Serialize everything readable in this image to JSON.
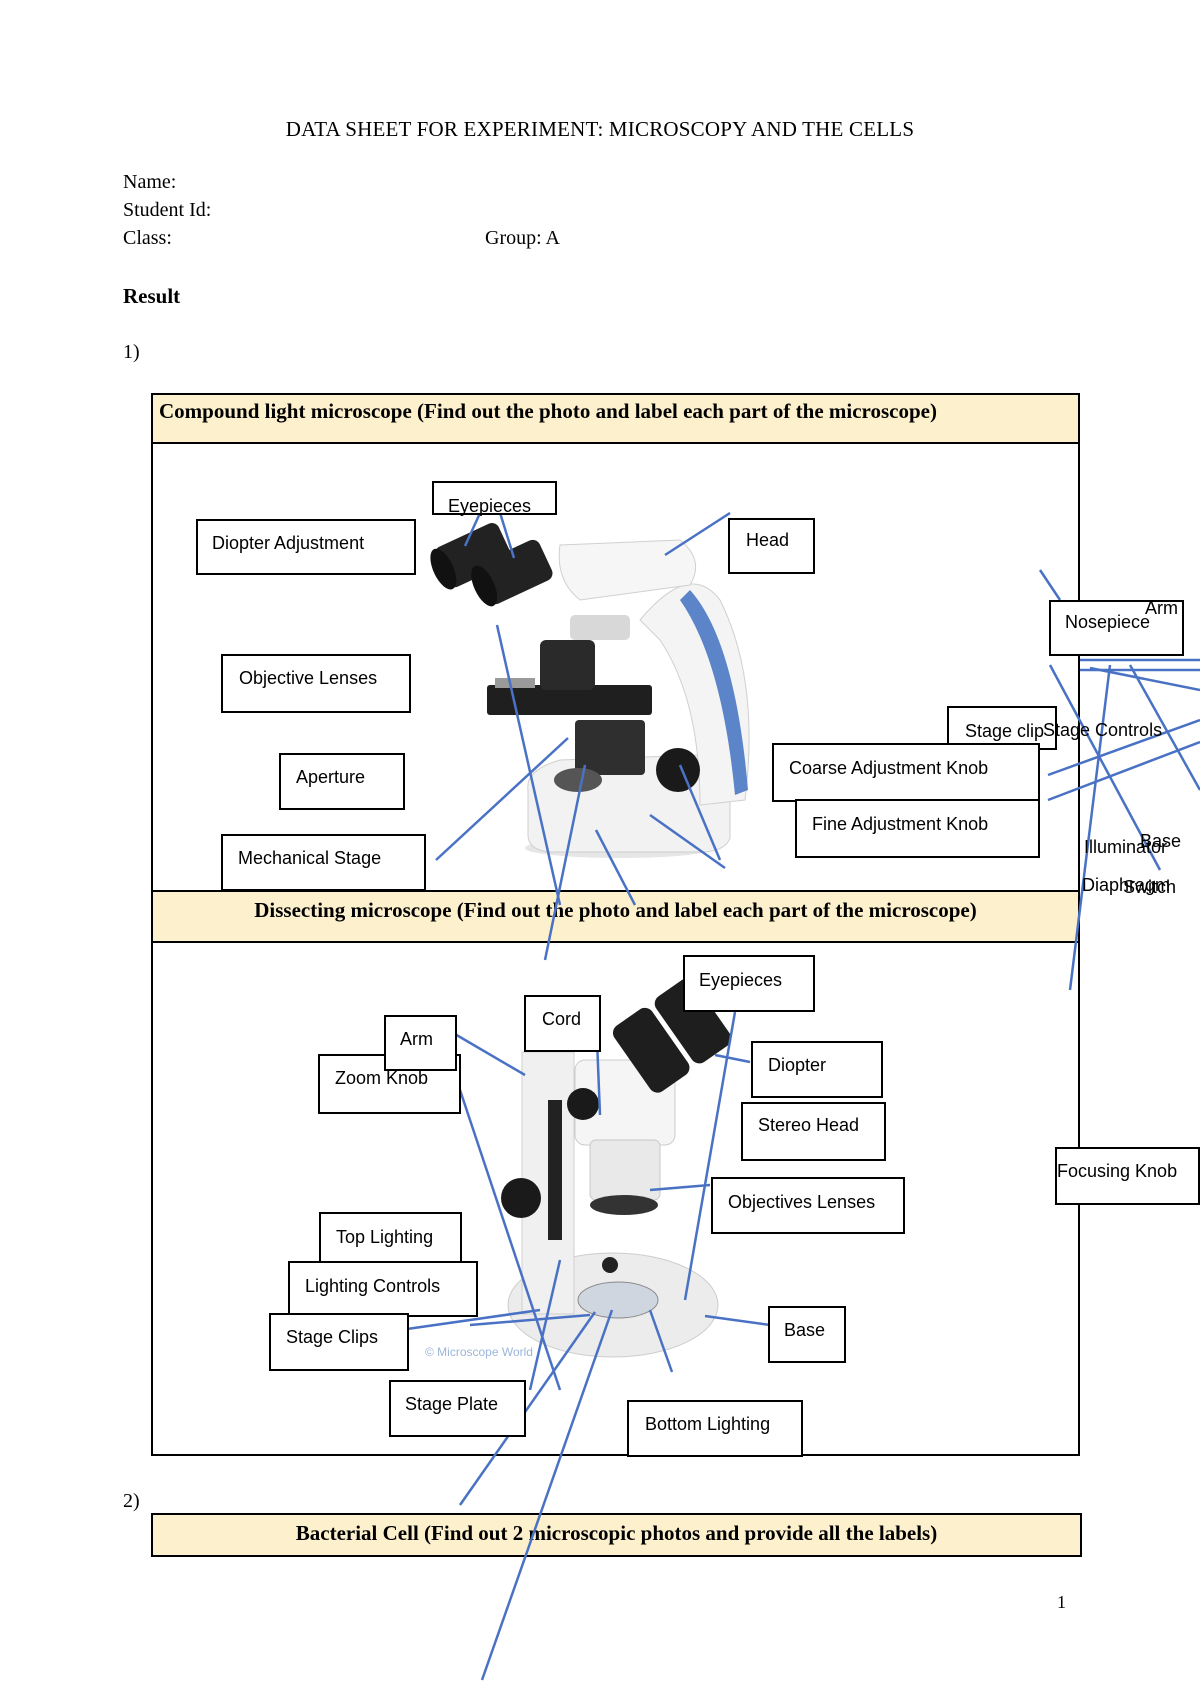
{
  "title": "DATA SHEET FOR EXPERIMENT: MICROSCOPY AND THE CELLS",
  "fields": {
    "name": "Name:",
    "student_id": "Student Id:",
    "class": "Class:",
    "group": "Group: A"
  },
  "result_heading": "Result",
  "q1": "1)",
  "q2": "2)",
  "section1": {
    "header": "Compound light microscope (Find out the photo and label each part of the microscope)"
  },
  "section2": {
    "header": "Dissecting microscope (Find out the photo and label each part of the microscope)"
  },
  "section3": {
    "header": "Bacterial Cell (Find out 2 microscopic photos and provide all the labels)"
  },
  "compound_labels": {
    "eyepieces": "Eyepieces",
    "diopter_adjustment": "Diopter Adjustment",
    "head": "Head",
    "objective_lenses": "Objective Lenses",
    "aperture": "Aperture",
    "mechanical_stage": "Mechanical Stage",
    "nosepiece": "Nosepiece",
    "arm": "Arm",
    "stage_clip": "Stage clip",
    "stage_controls": "Stage Controls",
    "coarse_adjustment_knob": "Coarse Adjustment Knob",
    "fine_adjustment_knob": "Fine Adjustment Knob",
    "illuminator": "Illuminator",
    "base": "Base",
    "diaphragm": "Diaphragm",
    "switch": "Switch"
  },
  "dissecting_labels": {
    "eyepieces": "Eyepieces",
    "cord": "Cord",
    "arm": "Arm",
    "zoom_knob": "Zoom Knob",
    "diopter": "Diopter",
    "stereo_head": "Stereo Head",
    "focusing_knob": "Focusing Knob",
    "objectives_lenses": "Objectives Lenses",
    "top_lighting": "Top Lighting",
    "lighting_controls": "Lighting Controls",
    "stage_clips": "Stage Clips",
    "base": "Base",
    "stage_plate": "Stage Plate",
    "bottom_lighting": "Bottom Lighting",
    "watermark": "© Microscope World"
  },
  "page_number": "1",
  "colors": {
    "header_fill": "#fdf0cc",
    "leader_line": "#4a72c4",
    "microscope_accent": "#5b84c9"
  }
}
